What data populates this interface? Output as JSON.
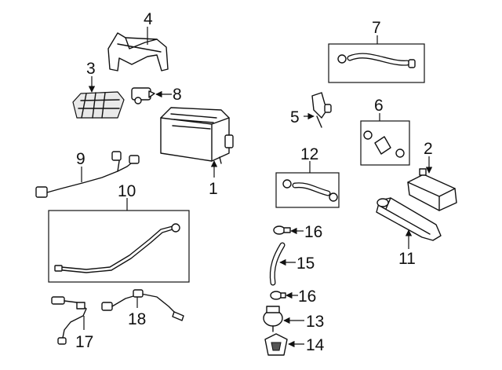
{
  "callouts": {
    "n1": "1",
    "n2": "2",
    "n3": "3",
    "n4": "4",
    "n5": "5",
    "n6": "6",
    "n7": "7",
    "n8": "8",
    "n9": "9",
    "n10": "10",
    "n11": "11",
    "n12": "12",
    "n13": "13",
    "n14": "14",
    "n15": "15",
    "n16a": "16",
    "n16b": "16",
    "n17": "17",
    "n18": "18"
  }
}
